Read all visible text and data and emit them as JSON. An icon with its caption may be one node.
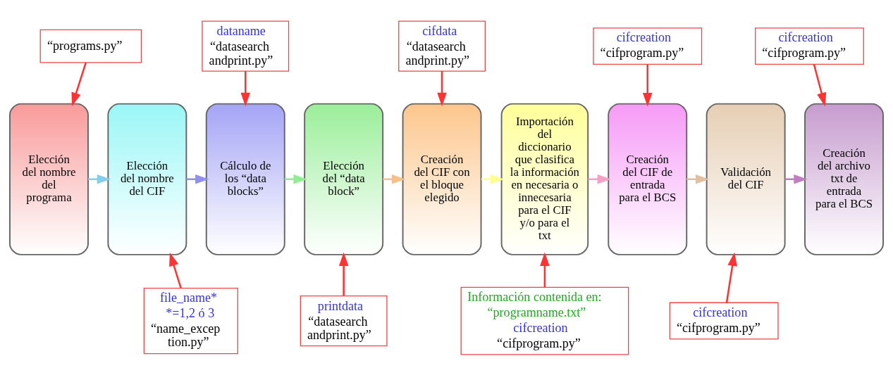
{
  "diagram": {
    "nodes": [
      {
        "text": [
          "“programs.py”"
        ]
      },
      {
        "text": [
          "dataname",
          "“datasearch andprint.py”"
        ]
      },
      {
        "text": [
          "cifdata",
          "“datasearch andprint.py”"
        ]
      },
      {
        "text": [
          "cifcreation",
          "“cifprogram.py”"
        ]
      },
      {
        "text": [
          "cifcreation",
          "“cifprogram.py”"
        ]
      },
      {
        "text": [
          "Elección del nombre del programa"
        ]
      },
      {
        "text": [
          "Elección del nombre del CIF"
        ]
      },
      {
        "text": [
          "Cálculo de los “data blocks”"
        ]
      },
      {
        "text": [
          "Elección del “data block”"
        ]
      },
      {
        "text": [
          "Creación del CIF con el bloque elegido"
        ]
      },
      {
        "text": [
          "Importación del diccionario que clasifica la información en necesaria o innecesaria para el CIF y/o para el txt"
        ]
      },
      {
        "text": [
          "Creación del CIF de entrada para el BCS"
        ]
      },
      {
        "text": [
          "Validación del CIF"
        ]
      },
      {
        "text": [
          "Creación del archivo txt de entrada para el BCS"
        ]
      },
      {
        "text": [
          "file_name*",
          "*=1,2 ó 3",
          "“name_excep tion.py”"
        ]
      },
      {
        "text": [
          "printdata",
          "“datasearch andprint.py”"
        ]
      },
      {
        "text": [
          "Información contenida en:",
          "“programname.txt”",
          "cifcreation",
          "“cifprogram.py”"
        ]
      },
      {
        "text": [
          "cifcreation",
          "“cifprogram.py”"
        ]
      }
    ],
    "edges": [
      {
        "from": 5,
        "to": 6,
        "arrow": "to",
        "color": "#87ceeb"
      },
      {
        "from": 6,
        "to": 7,
        "arrow": "to",
        "color": "#9090ee"
      },
      {
        "from": 7,
        "to": 8,
        "arrow": "to",
        "color": "#90ee90"
      },
      {
        "from": 8,
        "to": 9,
        "arrow": "to",
        "color": "#f5c08a"
      },
      {
        "from": 9,
        "to": 10,
        "arrow": "to",
        "color": "#ffff90"
      },
      {
        "from": 10,
        "to": 11,
        "arrow": "to",
        "color": "#f4a0c8"
      },
      {
        "from": 11,
        "to": 12,
        "arrow": "to",
        "color": "#e0c0a0"
      },
      {
        "from": 12,
        "to": 13,
        "arrow": "to",
        "color": "#c080c0"
      },
      {
        "from": 0,
        "to": 5,
        "arrow": "to",
        "color": "#ff3333"
      },
      {
        "from": 1,
        "to": 7,
        "arrow": "to",
        "color": "#ff3333"
      },
      {
        "from": 2,
        "to": 9,
        "arrow": "to",
        "color": "#ff3333"
      },
      {
        "from": 3,
        "to": 11,
        "arrow": "to",
        "color": "#ff3333"
      },
      {
        "from": 4,
        "to": 13,
        "arrow": "to",
        "color": "#ff3333"
      },
      {
        "from": 14,
        "to": 6,
        "arrow": "to",
        "color": "#ff3333"
      },
      {
        "from": 15,
        "to": 8,
        "arrow": "to",
        "color": "#ff3333"
      },
      {
        "from": 16,
        "to": 10,
        "arrow": "to",
        "color": "#ff3333"
      },
      {
        "from": 17,
        "to": 12,
        "arrow": "to",
        "color": "#ff3333"
      }
    ]
  }
}
